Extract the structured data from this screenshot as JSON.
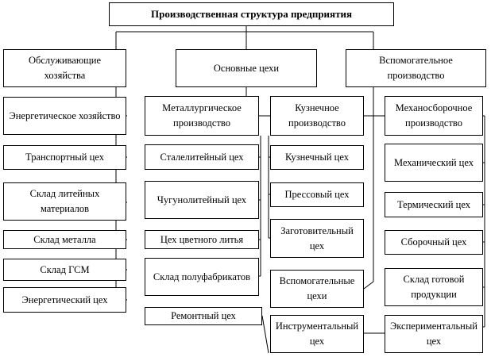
{
  "diagram": {
    "title": "Производственная структура предприятия",
    "categories": {
      "service": "Обслуживающие хозяйства",
      "main": "Основные цехи",
      "auxiliary": "Вспомогательное производство"
    },
    "service_units": [
      "Энергетическое хозяйство",
      "Транспортный цех",
      "Склад литейных материалов",
      "Склад металла",
      "Склад ГСМ",
      "Энергетический цех"
    ],
    "metallurgy_units": [
      "Металлургическое производство",
      "Сталелитейный цех",
      "Чугунолитейный цех",
      "Цех цветного литья",
      "Склад полуфабрикатов",
      "Ремонтный цех"
    ],
    "forging_units": [
      "Кузнечное производство",
      "Кузнечный цех",
      "Прессовый цех",
      "Заготовительный цех",
      "Вспомогательные цехи",
      "Инструментальный цех"
    ],
    "assembly_units": [
      "Механосборочное производство",
      "Механический цех",
      "Термический цех",
      "Сборочный цех",
      "Склад готовой продукции",
      "Экспериментальный цех"
    ]
  }
}
